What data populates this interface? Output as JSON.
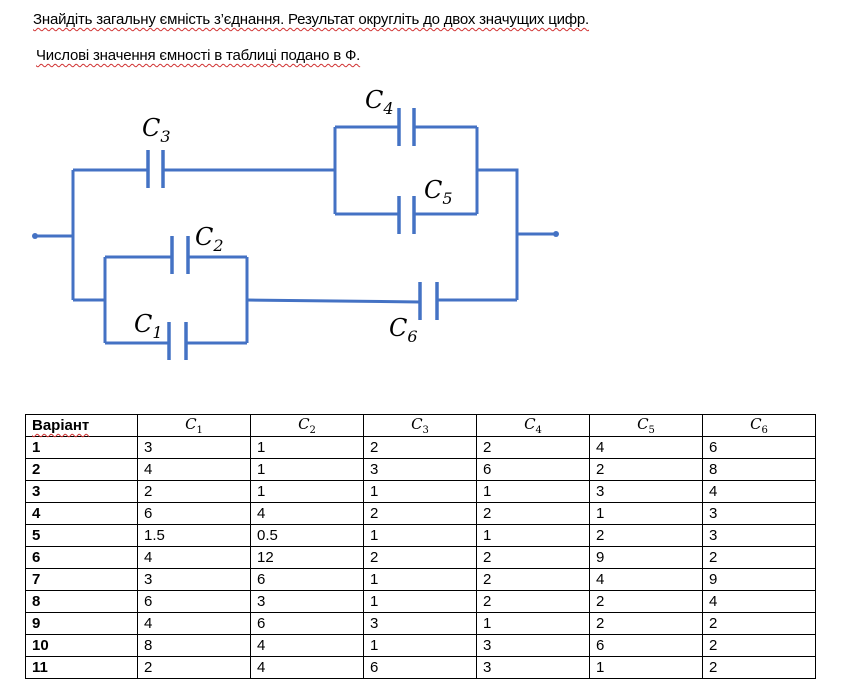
{
  "instructions": {
    "line1": "Знайдіть загальну ємність з’єднання. Результат округліть до двох значущих цифр.",
    "line2": "Числові значення ємності в таблиці подано в Ф."
  },
  "circuit": {
    "wire_color": "#4472c4",
    "labels": {
      "c1": "C",
      "c1_sub": "1",
      "c2": "C",
      "c2_sub": "2",
      "c3": "C",
      "c3_sub": "3",
      "c4": "C",
      "c4_sub": "4",
      "c5": "C",
      "c5_sub": "5",
      "c6": "C",
      "c6_sub": "6"
    }
  },
  "table": {
    "headers": [
      {
        "text": "Варіант"
      },
      {
        "text": "C",
        "sub": "1"
      },
      {
        "text": "C",
        "sub": "2"
      },
      {
        "text": "C",
        "sub": "3"
      },
      {
        "text": "C",
        "sub": "4"
      },
      {
        "text": "C",
        "sub": "5"
      },
      {
        "text": "C",
        "sub": "6"
      }
    ],
    "rows": [
      [
        "1",
        "3",
        "1",
        "2",
        "2",
        "4",
        "6"
      ],
      [
        "2",
        "4",
        "1",
        "3",
        "6",
        "2",
        "8"
      ],
      [
        "3",
        "2",
        "1",
        "1",
        "1",
        "3",
        "4"
      ],
      [
        "4",
        "6",
        "4",
        "2",
        "2",
        "1",
        "3"
      ],
      [
        "5",
        "1.5",
        "0.5",
        "1",
        "1",
        "2",
        "3"
      ],
      [
        "6",
        "4",
        "12",
        "2",
        "2",
        "9",
        "2"
      ],
      [
        "7",
        "3",
        "6",
        "1",
        "2",
        "4",
        "9"
      ],
      [
        "8",
        "6",
        "3",
        "1",
        "2",
        "2",
        "4"
      ],
      [
        "9",
        "4",
        "6",
        "3",
        "1",
        "2",
        "2"
      ],
      [
        "10",
        "8",
        "4",
        "1",
        "3",
        "6",
        "2"
      ],
      [
        "11",
        "2",
        "4",
        "6",
        "3",
        "1",
        "2"
      ]
    ]
  }
}
